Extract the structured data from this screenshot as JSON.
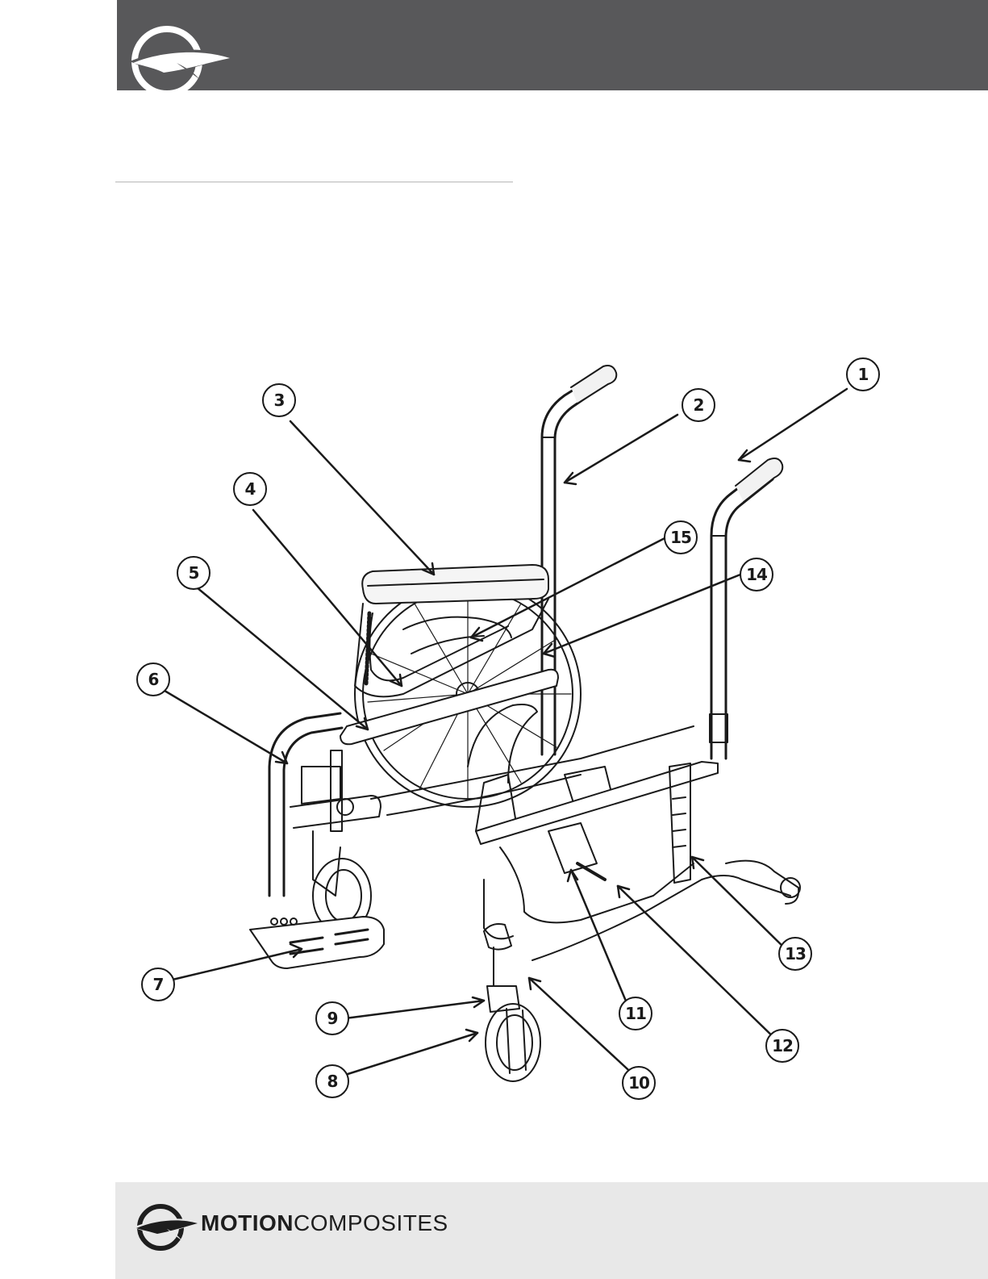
{
  "brand": {
    "strong": "MOTION",
    "light": "COMPOSITES"
  },
  "colors": {
    "header": "#58585a",
    "footer": "#e8e8e8",
    "line_art": "#1a1a1a"
  },
  "callouts": [
    {
      "id": "c1",
      "label": "1"
    },
    {
      "id": "c2",
      "label": "2"
    },
    {
      "id": "c3",
      "label": "3"
    },
    {
      "id": "c4",
      "label": "4"
    },
    {
      "id": "c5",
      "label": "5"
    },
    {
      "id": "c6",
      "label": "6"
    },
    {
      "id": "c7",
      "label": "7"
    },
    {
      "id": "c8",
      "label": "8"
    },
    {
      "id": "c9",
      "label": "9"
    },
    {
      "id": "c10",
      "label": "10"
    },
    {
      "id": "c11",
      "label": "11"
    },
    {
      "id": "c12",
      "label": "12"
    },
    {
      "id": "c13",
      "label": "13"
    },
    {
      "id": "c14",
      "label": "14"
    },
    {
      "id": "c15",
      "label": "15"
    }
  ]
}
